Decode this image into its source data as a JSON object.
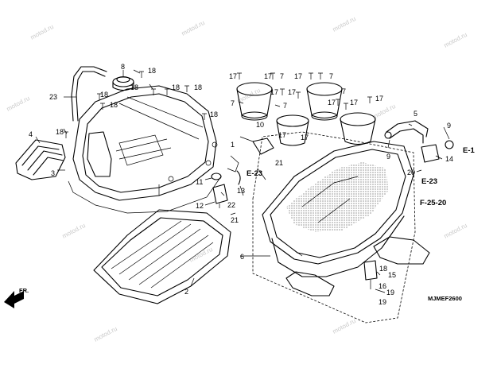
{
  "callouts": {
    "c1": "1",
    "c2": "2",
    "c3": "3",
    "c4": "4",
    "c5": "5",
    "c6": "6",
    "c7": "7",
    "c8": "8",
    "c9": "9",
    "c10": "10",
    "c11": "11",
    "c12": "12",
    "c13": "13",
    "c14": "14",
    "c15": "15",
    "c16": "16",
    "c17": "17",
    "c18": "18",
    "c19": "19",
    "c20": "20",
    "c21": "21",
    "c22": "22",
    "c23": "23"
  },
  "refs": {
    "e1": "E-1",
    "e23a": "E-23",
    "e23b": "E-23",
    "f2520": "F-25-20"
  },
  "front_label": "FR.",
  "diagram_code": "MJMEF2600",
  "watermark": "motod.ru",
  "colors": {
    "ink": "#000000",
    "watermark": "#c9c9c9"
  }
}
